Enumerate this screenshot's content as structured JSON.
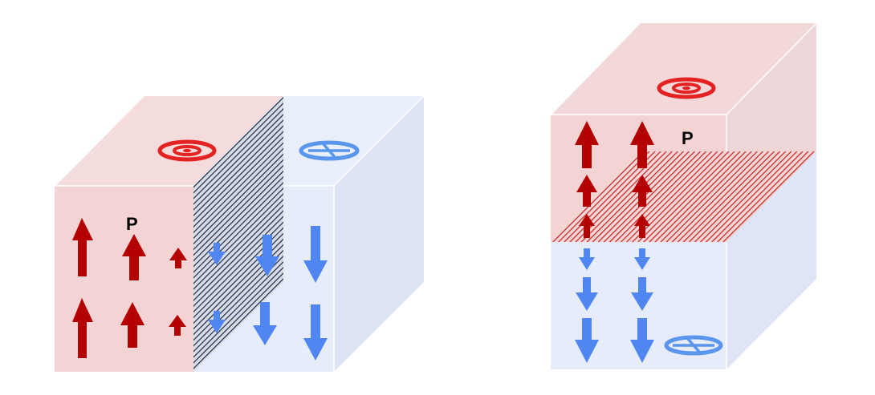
{
  "colors": {
    "up_arrow": "#b30000",
    "down_arrow": "#4f86f2",
    "red_region": "#f3d3d3",
    "blue_region": "#e6ecfa",
    "target_red": "#e52222",
    "cross_blue": "#5a96ee",
    "dark_hatch": "#1f2b45",
    "red_hatch": "#c81616"
  },
  "left_block": {
    "label": "P",
    "wall": "vertical",
    "top_symbols": [
      "target-icon",
      "crossed-circle-icon"
    ],
    "red_arrows_up": 6,
    "blue_arrows_down": 6
  },
  "right_block": {
    "label": "P",
    "wall": "horizontal",
    "top_symbols": [
      "target-icon"
    ],
    "bottom_symbols": [
      "crossed-circle-icon"
    ],
    "red_arrows_up": 6,
    "blue_arrows_down": 6
  }
}
